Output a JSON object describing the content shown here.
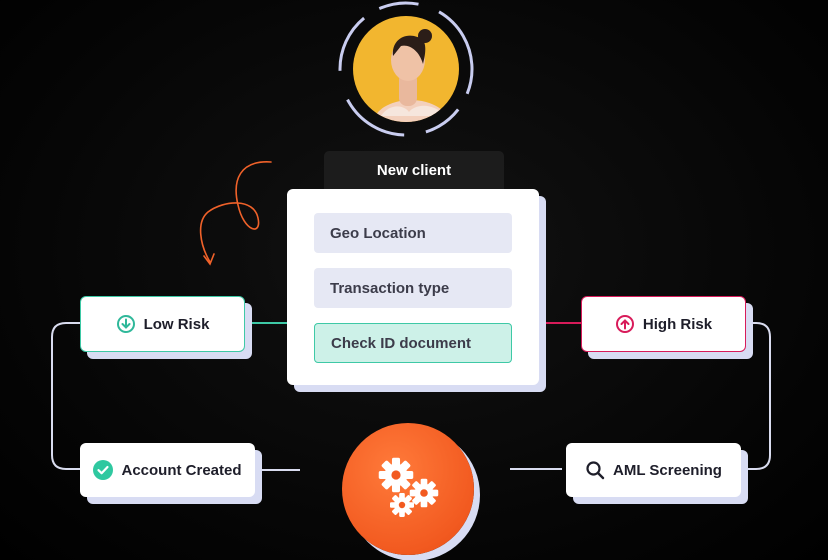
{
  "panel": {
    "title": "New client",
    "fields": [
      "Geo Location",
      "Transaction type",
      "Check ID document"
    ]
  },
  "low_risk": {
    "label": "Low Risk",
    "icon": "arrow-down-circle-icon",
    "color": "#2fb89a"
  },
  "high_risk": {
    "label": "High Risk",
    "icon": "arrow-up-circle-icon",
    "color": "#d81b5a"
  },
  "account_created": {
    "label": "Account Created",
    "icon": "check-circle-icon",
    "color": "#2fc8a0"
  },
  "aml_screening": {
    "label": "AML Screening",
    "icon": "search-icon"
  },
  "process": {
    "icon": "gears-icon",
    "color": "#f25a20"
  },
  "avatar": {
    "icon": "person-avatar"
  },
  "accent_colors": {
    "connector_green": "#3ec9a6",
    "connector_pink": "#d81b5a",
    "shadow": "#d8dcf3",
    "doodle": "#f0622a"
  }
}
